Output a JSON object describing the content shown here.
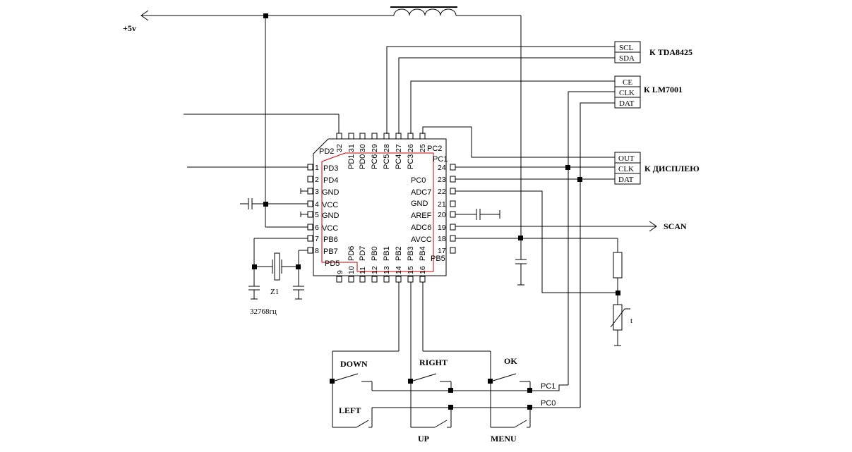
{
  "power": {
    "label": "+5v"
  },
  "crystal": {
    "ref": "Z1",
    "freq": "32768гц"
  },
  "thermistor": {
    "label": "t"
  },
  "chip": {
    "pins_left": [
      {
        "num": "1",
        "name": "PD3"
      },
      {
        "num": "2",
        "name": "PD4"
      },
      {
        "num": "3",
        "name": "GND"
      },
      {
        "num": "4",
        "name": "VCC"
      },
      {
        "num": "5",
        "name": "GND"
      },
      {
        "num": "6",
        "name": "VCC"
      },
      {
        "num": "7",
        "name": "PB6"
      },
      {
        "num": "8",
        "name": "PB7"
      }
    ],
    "pins_right": [
      {
        "num": "24",
        "name": "PC0"
      },
      {
        "num": "23",
        "name": "ADC7"
      },
      {
        "num": "22",
        "name": "GND"
      },
      {
        "num": "21",
        "name": "AREF"
      },
      {
        "num": "20",
        "name": "ADC6"
      },
      {
        "num": "19",
        "name": "AVCC"
      },
      {
        "num": "18",
        "name": ""
      },
      {
        "num": "17",
        "name": "PB5"
      }
    ],
    "pins_top": [
      {
        "num": "32",
        "name": "PD2"
      },
      {
        "num": "31",
        "name": "PD1"
      },
      {
        "num": "30",
        "name": "PD0"
      },
      {
        "num": "29",
        "name": "PC6"
      },
      {
        "num": "28",
        "name": "PC5"
      },
      {
        "num": "27",
        "name": "PC4"
      },
      {
        "num": "26",
        "name": "PC3"
      },
      {
        "num": "25",
        "name": "PC2"
      }
    ],
    "pins_bottom": [
      {
        "num": "9",
        "name": "PD5"
      },
      {
        "num": "10",
        "name": "PD6"
      },
      {
        "num": "11",
        "name": "PD7"
      },
      {
        "num": "12",
        "name": "PB0"
      },
      {
        "num": "13",
        "name": "PB1"
      },
      {
        "num": "14",
        "name": "PB2"
      },
      {
        "num": "15",
        "name": "PB3"
      },
      {
        "num": "16",
        "name": "PB4"
      }
    ],
    "corner_label_pc1": "PC1"
  },
  "connectors": {
    "tda": {
      "title": "К TDA8425",
      "pins": [
        "SCL",
        "SDA"
      ]
    },
    "lm": {
      "title": "К LM7001",
      "pins": [
        "CE",
        "CLK",
        "DAT"
      ]
    },
    "display": {
      "title": "К ДИСПЛЕЮ",
      "pins": [
        "OUT",
        "CLK",
        "DAT"
      ]
    }
  },
  "scan": {
    "label": "SCAN"
  },
  "buttons": {
    "down": "DOWN",
    "right": "RIGHT",
    "ok": "OK",
    "left": "LEFT",
    "up": "UP",
    "menu": "MENU",
    "row1": "PC1",
    "row0": "PC0"
  }
}
